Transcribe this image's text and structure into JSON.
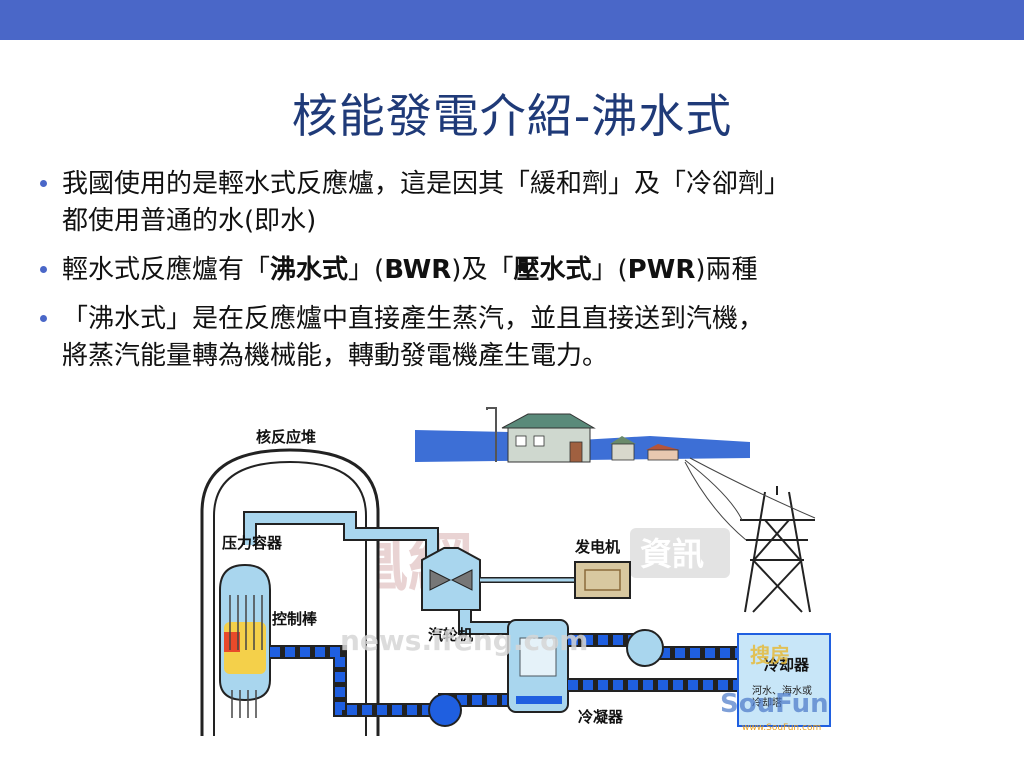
{
  "slide": {
    "title": "核能發電介紹-沸水式",
    "bullets": [
      {
        "line1": "我國使用的是輕水式反應爐，這是因其「緩和劑」及「冷卻劑」",
        "line2": "都使用普通的水(即水)"
      },
      {
        "p1": "輕水式反應爐有「",
        "b1": "沸水式",
        "p2": "」(",
        "b2": "BWR",
        "p3": ")及「",
        "b3": "壓水式",
        "p4": "」(",
        "b4": "PWR",
        "p5": ")兩種"
      },
      {
        "line1": "「沸水式」是在反應爐中直接產生蒸汽，並且直接送到汽機，",
        "line2": "將蒸汽能量轉為機械能，轉動發電機產生電力。"
      }
    ]
  },
  "diagram": {
    "labels": {
      "reactor": "核反应堆",
      "pressure_vessel": "压力容器",
      "control_rods": "控制棒",
      "turbine": "汽轮机",
      "generator": "发电机",
      "condenser": "冷凝器",
      "cooler": "冷却器",
      "cooler_note1": "河水、海水或",
      "cooler_note2": "冷却塔"
    },
    "watermarks": {
      "site": "凤凰網",
      "info": "資訊",
      "news_url": "news.ifeng.com",
      "soufun": "SouFun",
      "soufun_cn": "搜房",
      "soufun_url": "www.SouFun.com"
    }
  },
  "colors": {
    "top_bar": "#4a67c8",
    "title": "#1f3a78",
    "steam": "#a9d6ee",
    "water": "#1f5fe0",
    "outline": "#1a1a1a"
  }
}
